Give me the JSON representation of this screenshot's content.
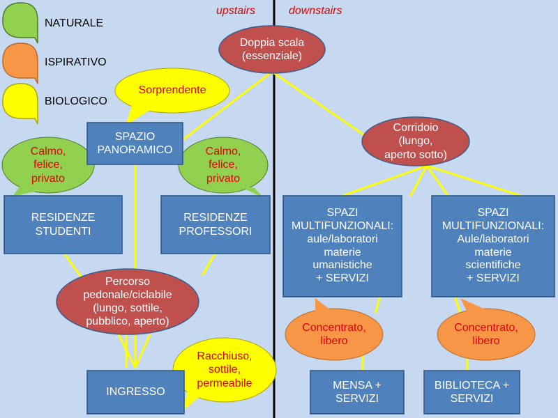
{
  "headers": {
    "left": "upstairs",
    "right": "downstairs"
  },
  "legend": [
    {
      "label": "NATURALE",
      "color": "#92d050"
    },
    {
      "label": "ISPIRATIVO",
      "color": "#f79646"
    },
    {
      "label": "BIOLOGICO",
      "color": "#ffff00"
    }
  ],
  "nodes": {
    "doppia_scala": "Doppia scala\n(essenziale)",
    "spazio_panoramico": "SPAZIO\nPANORAMICO",
    "corridoio": "Corridoio\n(lungo,\naperto sotto)",
    "residenze_studenti": "RESIDENZE\nSTUDENTI",
    "residenze_professori": "RESIDENZE\nPROFESSORI",
    "spazi_umanistiche": "SPAZI\nMULTIFUNZIONALI:\naule/laboratori\nmaterie\numanistiche\n+ SERVIZI",
    "spazi_scientifiche": "SPAZI\nMULTIFUNZIONALI:\nAule/laboratori\nmaterie\nscientifiche\n+ SERVIZI",
    "percorso": "Percorso\npedonale/ciclabile\n(lungo, sottile,\npubblico, aperto)",
    "ingresso": "INGRESSO",
    "mensa": "MENSA +\nSERVIZI",
    "biblioteca": "BIBLIOTECA +\nSERVIZI"
  },
  "bubbles": {
    "sorprendente": "Sorprendente",
    "calmo_left": "Calmo,\nfelice,\nprivato",
    "calmo_right": "Calmo,\nfelice,\nprivato",
    "concentrato_left": "Concentrato,\nlibero",
    "concentrato_right": "Concentrato,\nlibero",
    "racchiuso": "Racchiuso,\nsottile,\npermeabile"
  },
  "colors": {
    "background": "#c6d9f0",
    "box": "#4f81bd",
    "box_border": "#2c5482",
    "ellipse": "#c0504d",
    "ellipse_border": "#385d8a",
    "connector": "#ffff00",
    "divider": "#000000"
  }
}
